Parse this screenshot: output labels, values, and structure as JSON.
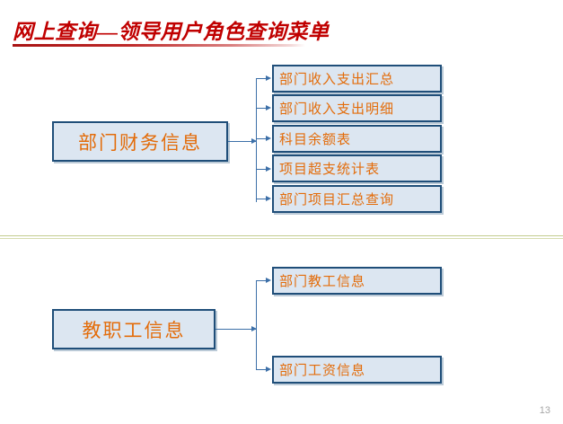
{
  "slide": {
    "title": "网上查询—领导用户角色查询菜单",
    "page_number": "13",
    "accent_red": "#C00000",
    "node_text_color": "#E36C0A",
    "node_border_color": "#1F4E79",
    "node_fill_color": "#DCE6F1",
    "connector_color": "#3C6FA8",
    "divider_color": "#C3CC8E"
  },
  "sections": [
    {
      "parent": {
        "label": "部门财务信息"
      },
      "children": [
        {
          "label": "部门收入支出汇总"
        },
        {
          "label": "部门收入支出明细"
        },
        {
          "label": "科目余额表"
        },
        {
          "label": "项目超支统计表"
        },
        {
          "label": "部门项目汇总查询"
        }
      ]
    },
    {
      "parent": {
        "label": "教职工信息"
      },
      "children": [
        {
          "label": "部门教工信息"
        },
        {
          "label": "部门工资信息"
        }
      ]
    }
  ]
}
